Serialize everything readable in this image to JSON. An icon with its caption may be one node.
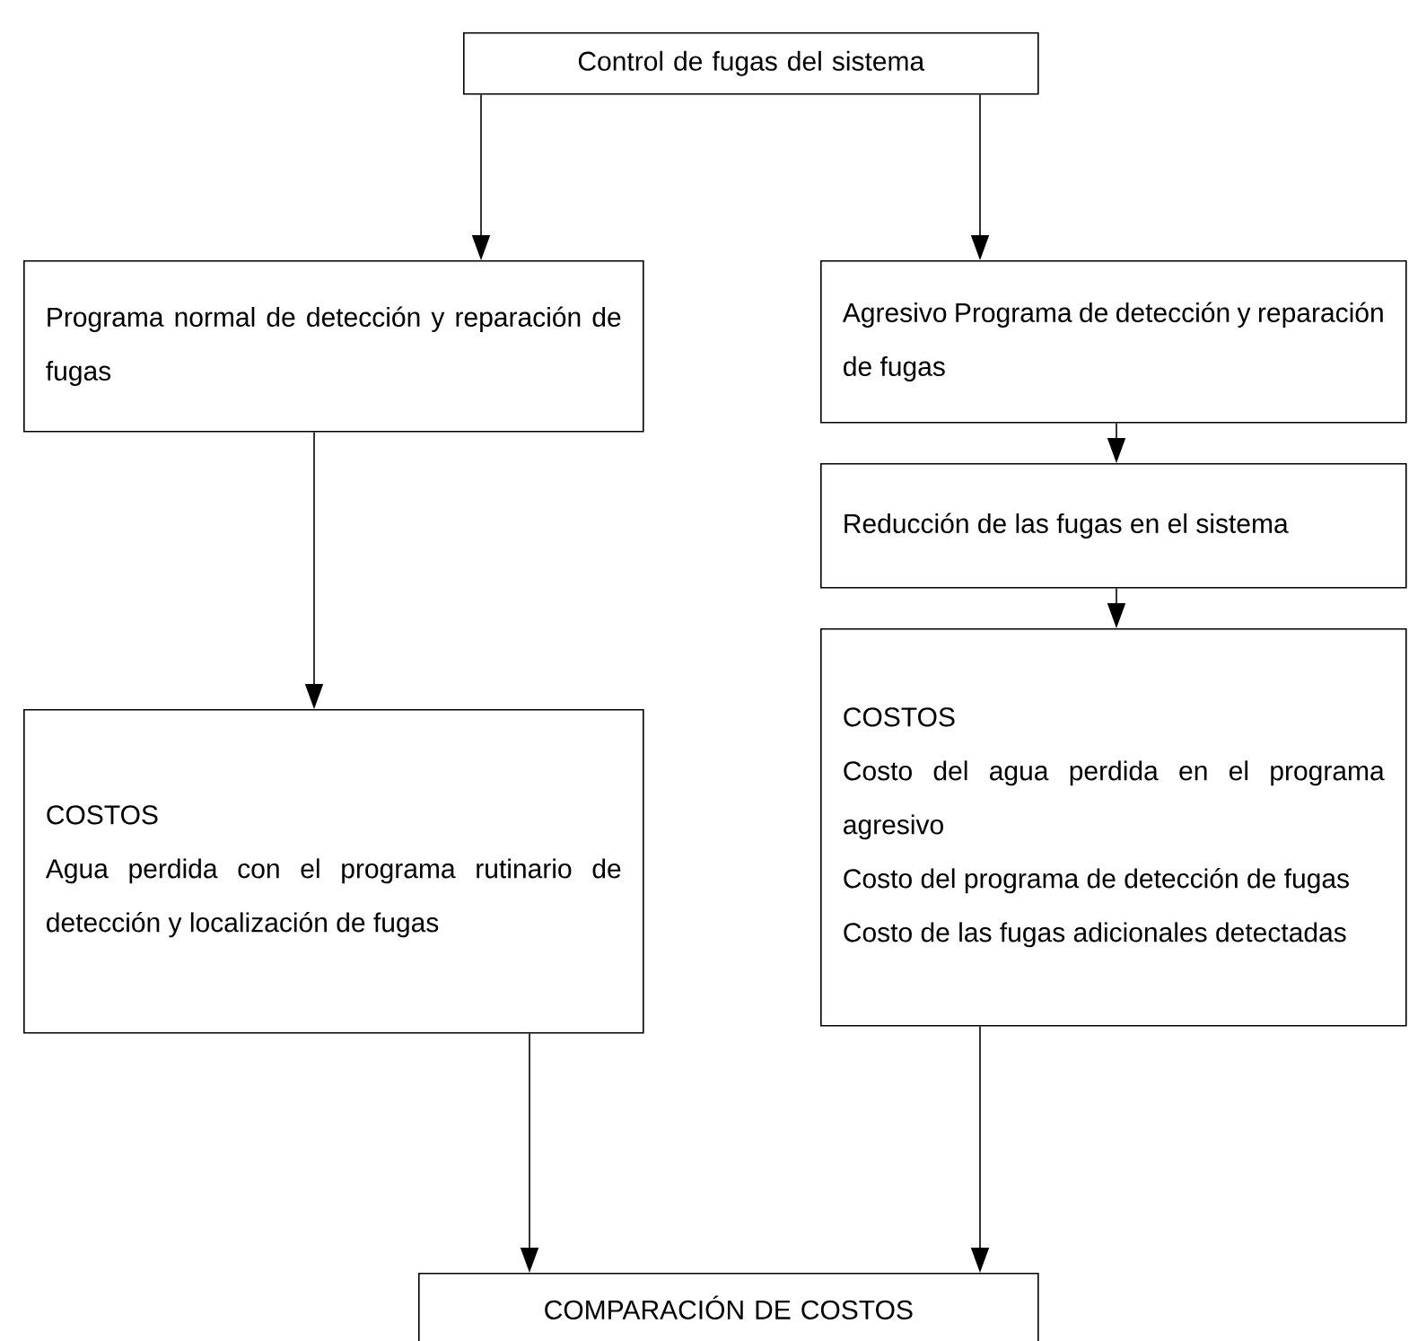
{
  "diagram": {
    "nodes": [
      {
        "text": [
          "Control de fugas del sistema"
        ]
      },
      {
        "text": [
          "Programa normal de detección y reparación de fugas"
        ]
      },
      {
        "text": [
          "Agresivo Programa de detección y reparación de fugas"
        ]
      },
      {
        "text": [
          "Reducción de las fugas en el sistema"
        ]
      },
      {
        "text": [
          "COSTOS",
          "Costo del agua perdida en el programa agresivo",
          "Costo del programa de detección de fugas",
          "Costo de las fugas adicionales detectadas"
        ]
      },
      {
        "text": [
          "COSTOS",
          "Agua perdida con el programa rutinario de detección y localización de fugas"
        ]
      },
      {
        "text": [
          "COMPARACIÓN DE COSTOS"
        ]
      }
    ],
    "edges": [
      {
        "from": 0,
        "to": 1,
        "arrow": "to"
      },
      {
        "from": 0,
        "to": 2,
        "arrow": "to"
      },
      {
        "from": 1,
        "to": 5,
        "arrow": "to"
      },
      {
        "from": 2,
        "to": 3,
        "arrow": "to"
      },
      {
        "from": 3,
        "to": 4,
        "arrow": "to"
      },
      {
        "from": 5,
        "to": 6,
        "arrow": "to"
      },
      {
        "from": 4,
        "to": 6,
        "arrow": "to"
      }
    ]
  }
}
